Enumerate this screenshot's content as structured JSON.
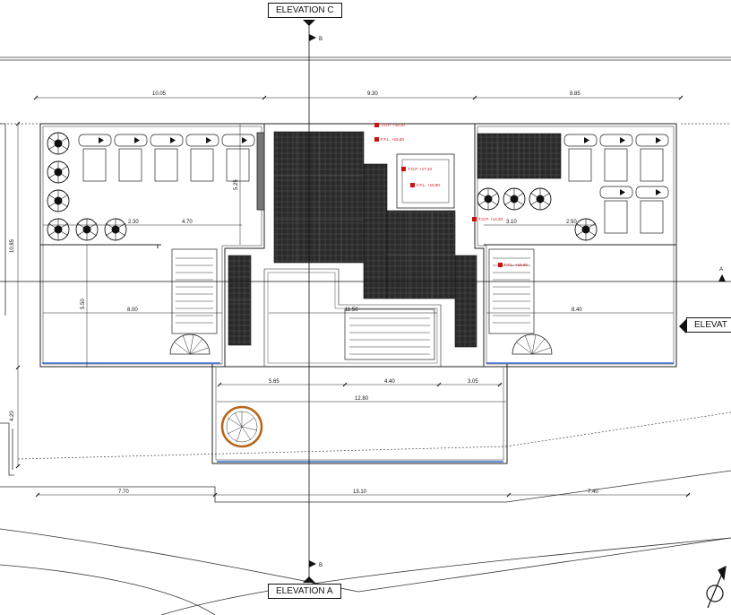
{
  "elevations": {
    "top": "ELEVATION C",
    "bottom": "ELEVATION A",
    "right": "ELEVAT"
  },
  "section_marks": {
    "top": "B",
    "bottom": "B",
    "right": "A"
  },
  "dimensions": {
    "top": [
      "10.05",
      "9.30",
      "8.85"
    ],
    "left_height": "10.85",
    "left_lower": "4.20",
    "inner_vertical": "5.50",
    "upper_vertical": "5.25",
    "room_left": "8.00",
    "room_right": "8.40",
    "center_width": "11.50",
    "left_small": "2.30",
    "left_mid": "4.70",
    "right_small": "3.10",
    "right_mid": "2.50",
    "terrace_top": [
      "5.65",
      "4.40",
      "3.05"
    ],
    "terrace_total": "12.80",
    "bottom": [
      "7.70",
      "13.10",
      "7.40"
    ]
  },
  "levels": {
    "tdp_top": "T.O.P. +18.20",
    "ffl_upper": "F.F.L. +15.60",
    "tdp_mid": "T.O.P. +17.10",
    "ffl_mid": "F.F.L. +16.80",
    "tdp_right": "T.O.P. +14.20",
    "ffl_right": "F.F.L. +15.60"
  }
}
